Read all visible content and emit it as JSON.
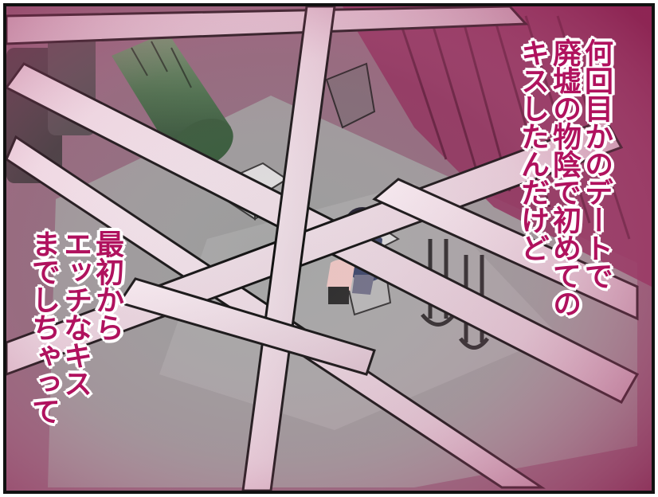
{
  "caption_right": {
    "lines": [
      "何回目かのデートで",
      "廃墟の物陰で初めての",
      "キスしたんだけど"
    ]
  },
  "caption_left": {
    "lines": [
      "最初から",
      "エッチなキス",
      "までしちゃって"
    ]
  },
  "colors": {
    "caption_text": "#b0125e",
    "caption_outline": "#ffffff",
    "tint_magenta": "#a4285e",
    "floor_gray": "#8f8f8f",
    "beam_light": "#ece0e6",
    "pipe_green": "#3f6e45",
    "panel_border": "#111111"
  }
}
